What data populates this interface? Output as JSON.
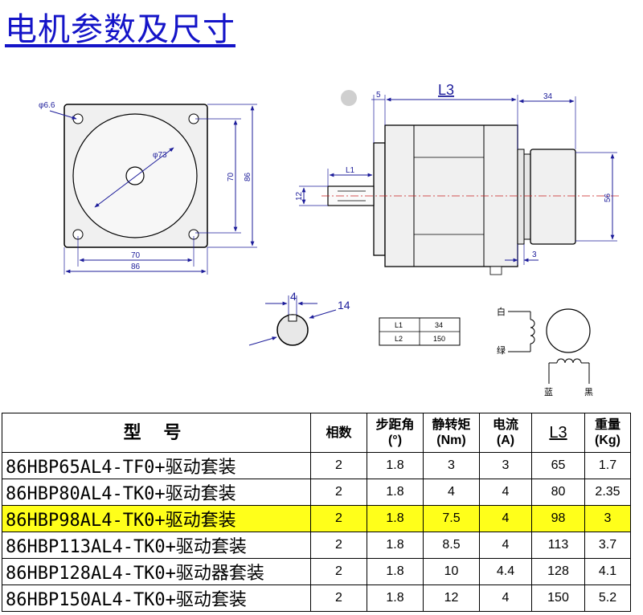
{
  "title": "电机参数及尺寸",
  "front_view": {
    "hole_dia": "φ6.6",
    "boss_dia": "φ73",
    "hole_spacing_v": "70",
    "flange_v": "86",
    "hole_spacing_h": "70",
    "flange_h": "86"
  },
  "side_view": {
    "length_label": "L3",
    "front_offset": "5",
    "rear_length": "34",
    "shaft_length": "L1",
    "shaft_dia": "12",
    "rear_dia": "56",
    "rear_gap": "3"
  },
  "shaft_section": {
    "key_width": "4",
    "key_depth": "14"
  },
  "length_table": {
    "rows": [
      {
        "name": "L1",
        "value": "34"
      },
      {
        "name": "L2",
        "value": "150"
      }
    ]
  },
  "wiring": {
    "white": "白",
    "green": "绿",
    "blue": "蓝",
    "black": "黑"
  },
  "table": {
    "headers": {
      "model": "型 号",
      "phases": "相数",
      "step_angle_1": "步距角",
      "step_angle_2": "(°)",
      "torque_1": "静转矩",
      "torque_2": "(Nm)",
      "current_1": "电流",
      "current_2": "(A)",
      "length": "L3",
      "weight_1": "重量",
      "weight_2": "(Kg)"
    },
    "highlight_color": "#ffff1a",
    "rows": [
      {
        "model": "86HBP65AL4-TF0+驱动套装",
        "phases": "2",
        "step": "1.8",
        "torque": "3",
        "current": "3",
        "l3": "65",
        "weight": "1.7"
      },
      {
        "model": "86HBP80AL4-TK0+驱动套装",
        "phases": "2",
        "step": "1.8",
        "torque": "4",
        "current": "4",
        "l3": "80",
        "weight": "2.35"
      },
      {
        "model": "86HBP98AL4-TK0+驱动套装",
        "phases": "2",
        "step": "1.8",
        "torque": "7.5",
        "current": "4",
        "l3": "98",
        "weight": "3"
      },
      {
        "model": "86HBP113AL4-TK0+驱动套装",
        "phases": "2",
        "step": "1.8",
        "torque": "8.5",
        "current": "4",
        "l3": "113",
        "weight": "3.7"
      },
      {
        "model": "86HBP128AL4-TK0+驱动器套装",
        "phases": "2",
        "step": "1.8",
        "torque": "10",
        "current": "4.4",
        "l3": "128",
        "weight": "4.1"
      },
      {
        "model": "86HBP150AL4-TK0+驱动套装",
        "phases": "2",
        "step": "1.8",
        "torque": "12",
        "current": "4",
        "l3": "150",
        "weight": "5.2"
      }
    ]
  }
}
